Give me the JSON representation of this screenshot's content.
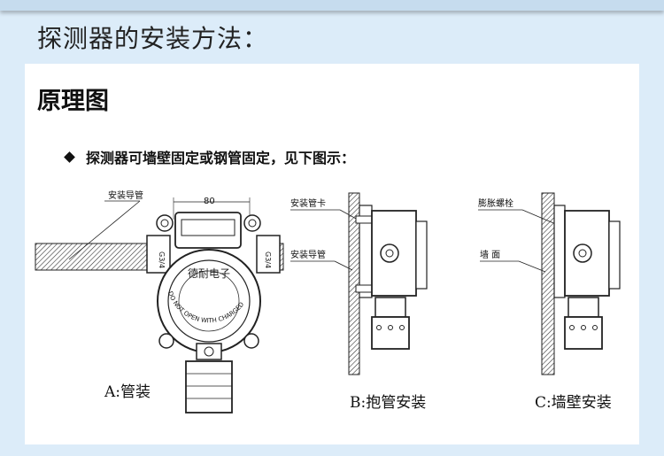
{
  "header": {
    "title": "探测器的安装方法："
  },
  "panel": {
    "section_title": "原理图",
    "bullet_text": "探测器可墙壁固定或钢管固定，见下图示："
  },
  "diagram": {
    "label_pipe_a": "安装导管",
    "dimension": "80",
    "thread_left": "G3/4",
    "thread_right": "G3/4",
    "brand": "德耐电子",
    "warning": "DO NOT OPEN WITH CHARGED",
    "caption_a": "A:管装",
    "label_clamp": "安装管卡",
    "label_pipe_b": "安装导管",
    "caption_b": "B:抱管安装",
    "label_bolt": "膨胀螺栓",
    "label_wall": "墙 面",
    "caption_c": "C:墙壁安装"
  }
}
